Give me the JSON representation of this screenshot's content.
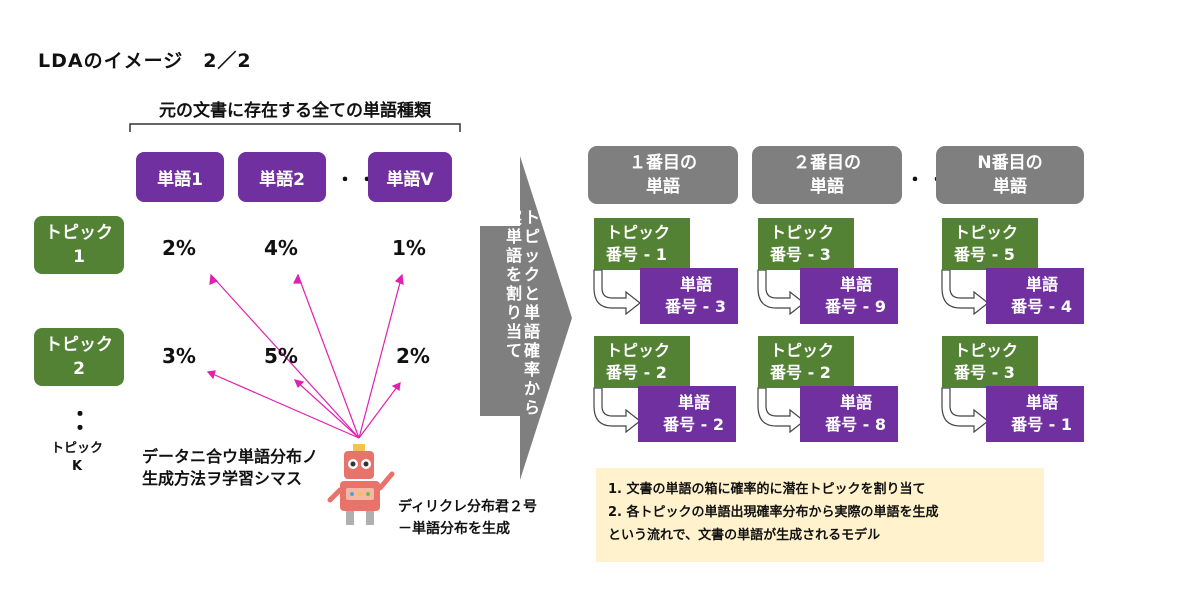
{
  "title": "LDAのイメージ　2／2",
  "vocab": {
    "label": "元の文書に存在する全ての単語種類",
    "words": [
      "単語1",
      "単語2",
      "単語V"
    ],
    "dots": "・・"
  },
  "topics": [
    {
      "line1": "トピック",
      "line2": "1",
      "probs": [
        "2%",
        "4%",
        "1%"
      ]
    },
    {
      "line1": "トピック",
      "line2": "2",
      "probs": [
        "3%",
        "5%",
        "2%"
      ]
    }
  ],
  "topic_k": {
    "vdots": "・",
    "line1": "トピック",
    "line2": "K"
  },
  "generator": {
    "text_line1": "データニ合ウ単語分布ノ",
    "text_line2": "生成方法ヲ学習シマス",
    "robot_line1": "ディリクレ分布君２号",
    "robot_line2": "－単語分布を生成"
  },
  "big_arrow": {
    "col1": "トピックと単語確率から",
    "col2": "実単語を割り当て"
  },
  "positions": [
    {
      "header_line1": "１番目の",
      "header_line2": "単語",
      "pairs": [
        {
          "topic_l1": "トピック",
          "topic_l2": "番号 - 1",
          "word_l1": "単語",
          "word_l2": "番号 - 3"
        },
        {
          "topic_l1": "トピック",
          "topic_l2": "番号 - 2",
          "word_l1": "単語",
          "word_l2": "番号 - 2"
        }
      ]
    },
    {
      "header_line1": "２番目の",
      "header_line2": "単語",
      "pairs": [
        {
          "topic_l1": "トピック",
          "topic_l2": "番号 - 3",
          "word_l1": "単語",
          "word_l2": "番号 - 9"
        },
        {
          "topic_l1": "トピック",
          "topic_l2": "番号 - 2",
          "word_l1": "単語",
          "word_l2": "番号 - 8"
        }
      ]
    },
    {
      "header_line1": "N番目の",
      "header_line2": "単語",
      "pairs": [
        {
          "topic_l1": "トピック",
          "topic_l2": "番号 - 5",
          "word_l1": "単語",
          "word_l2": "番号 - 4"
        },
        {
          "topic_l1": "トピック",
          "topic_l2": "番号 - 3",
          "word_l1": "単語",
          "word_l2": "番号 - 1"
        }
      ]
    }
  ],
  "positions_dots": "・・",
  "note": {
    "line1": "1. 文書の単語の箱に確率的に潜在トピックを割り当て",
    "line2": "2. 各トピックの単語出現確率分布から実際の単語を生成",
    "line3": "という流れで、文書の単語が生成されるモデル"
  },
  "colors": {
    "word": "#7030a0",
    "topic": "#548235",
    "header": "#7f7f7f",
    "arrow": "#7f7f7f",
    "pink": "#e020b0",
    "note_bg": "#fff2cc",
    "robot": "#e8736a"
  }
}
